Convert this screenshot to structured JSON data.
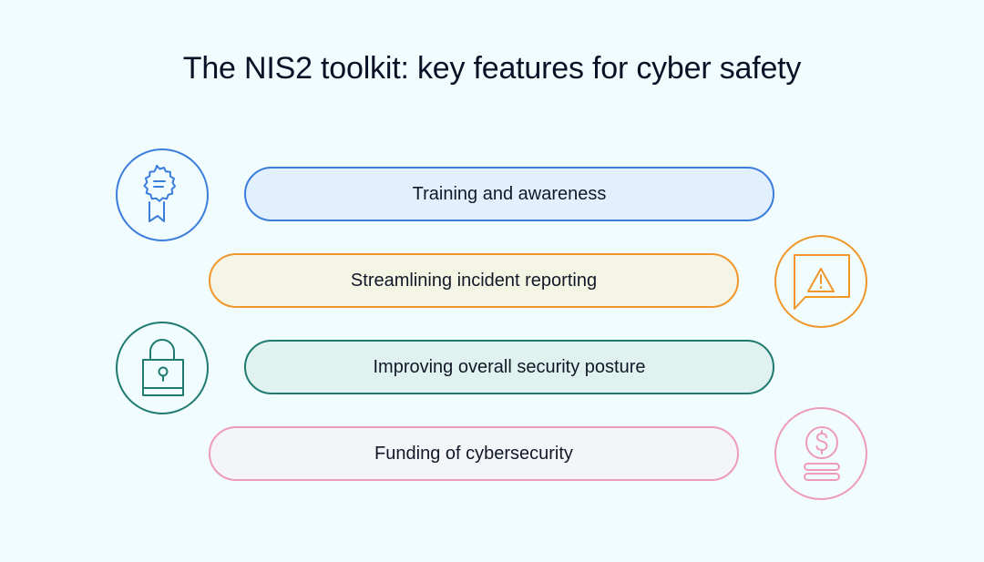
{
  "title": "The NIS2 toolkit: key features for cyber safety",
  "features": [
    {
      "label": "Training and awareness",
      "icon": "award-ribbon-icon",
      "border_color": "#3B7DDD",
      "fill_color": "#E1F0FC",
      "icon_side": "left"
    },
    {
      "label": "Streamlining incident reporting",
      "icon": "warning-message-icon",
      "border_color": "#F0962A",
      "fill_color": "#F4F5E4",
      "icon_side": "right"
    },
    {
      "label": "Improving overall security posture",
      "icon": "padlock-icon",
      "border_color": "#1F7A70",
      "fill_color": "#E0F2F0",
      "icon_side": "left"
    },
    {
      "label": "Funding of cybersecurity",
      "icon": "dollar-coin-stack-icon",
      "border_color": "#EE9BB8",
      "fill_color": "#F3F5F9",
      "icon_side": "right"
    }
  ],
  "colors": {
    "background": "#F0FCFD",
    "title_text": "#0B1026"
  }
}
